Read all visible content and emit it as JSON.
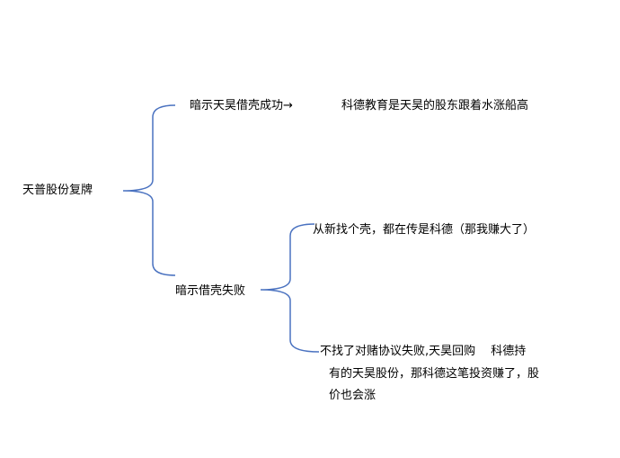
{
  "root": "天普股份复牌",
  "branch_success": {
    "label": "暗示天昊借壳成功",
    "arrow": "→",
    "result": "科德教育是天昊的股东跟着水涨船高"
  },
  "branch_fail": {
    "label": "暗示借壳失败",
    "outcomes": [
      {
        "lines": [
          "从新找个壳，都在传是科德（那我赚大了）"
        ]
      },
      {
        "lines": [
          "不找了对赌协议失败,天昊回购　 科德持",
          "有的天昊股份，那科德这笔投资赚了，股",
          "价也会涨"
        ]
      }
    ]
  },
  "colors": {
    "line": "#4a72c0"
  }
}
